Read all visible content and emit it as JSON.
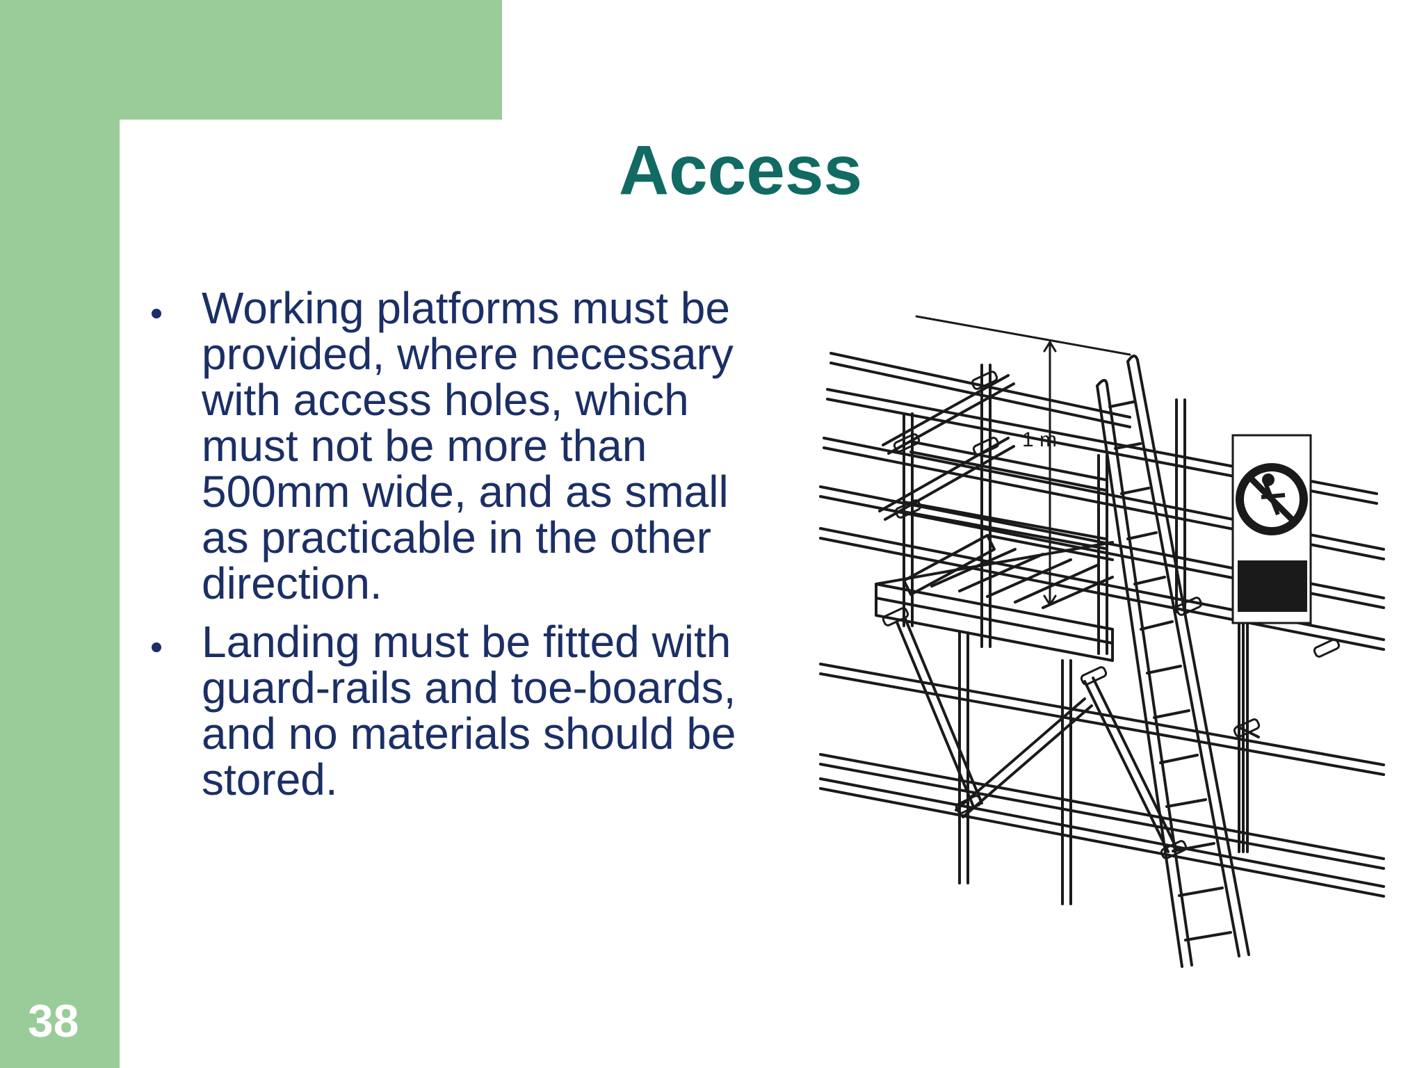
{
  "slide": {
    "title": "Access",
    "page_number": "38",
    "bullets": [
      "Working platforms must be provided, where necessary with access holes, which  must not be more than 500mm wide, and as small as practicable in the other direction.",
      "Landing must be fitted with guard-rails and toe-boards, and no materials should be stored."
    ]
  },
  "illustration": {
    "dimension_label": "1 m",
    "sign_icon": "no-access-prohibition-icon"
  },
  "colors": {
    "sidebar_green": "#99cc99",
    "title_teal": "#116b63",
    "body_navy": "#1b2f66"
  }
}
